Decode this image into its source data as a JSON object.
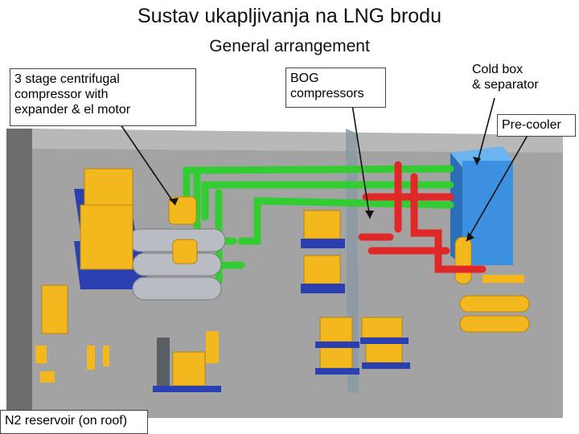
{
  "title": "Sustav ukapljivanja na LNG brodu",
  "subtitle": "General arrangement",
  "labels": {
    "compressor": "3 stage centrifugal\ncompressor with\nexpander & el motor",
    "bog": "BOG\ncompressors",
    "coldbox": "Cold box\n& separator",
    "precooler": "Pre-cooler",
    "reservoir": "N2 reservoir (on roof)"
  },
  "colors": {
    "floor": "#8f8f8f",
    "wall": "#a8a8a8",
    "pipe_green": "#33cc33",
    "pipe_red": "#e02828",
    "machine_yellow": "#f2b81e",
    "skid_blue": "#2a3fb0",
    "cold_box_blue": "#3d8fe0",
    "vessel_grey": "#b9bcc2"
  },
  "icons": [
    "compressor-icon",
    "motor-icon",
    "cold-box-icon",
    "separator-icon",
    "heat-exchanger-icon",
    "reservoir-icon",
    "pipe-icon"
  ]
}
